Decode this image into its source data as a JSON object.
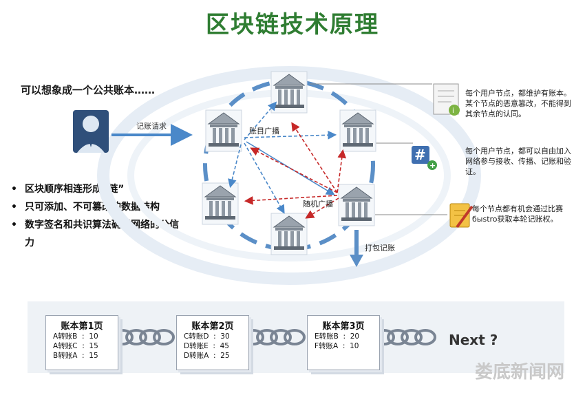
{
  "title": "区块链技术原理",
  "ledger_note": "可以想象成一个公共账本……",
  "labels": {
    "record_request": "记账请求",
    "account_broadcast": "账目广播",
    "random_broadcast": "随机广播",
    "package_record": "打包记账"
  },
  "bullets": [
    "区块顺序相连形成“链”",
    "只可添加、不可篡改的数据结构",
    "数字签名和共识算法确保网络的公信力"
  ],
  "notes": [
    "每个用户节点，都维护有账本。某个节点的恶意篡改，不能得到其余节点的认同。",
    "每个用户节点，都可以自由加入网络参与接收、传播、记账和验证。",
    "每个节点都有机会通过比赛быstro获取本轮记账权。"
  ],
  "ledger_pages": [
    {
      "title": "账本第1页",
      "rows": [
        "A转账B  :  10",
        "A转账C  :  15",
        "B转账A  :  15"
      ]
    },
    {
      "title": "账本第2页",
      "rows": [
        "C转账D  :  30",
        "D转账E  :  45",
        "D转账A  :  25"
      ]
    },
    {
      "title": "账本第3页",
      "rows": [
        "E转账B  :  20",
        "F转账A  :  10"
      ]
    }
  ],
  "next_label": "Next ?",
  "watermark": "娄底新闻网",
  "colors": {
    "title": "#2f7d32",
    "ring": "#5b8fc7",
    "arrow_blue": "#4a88c9",
    "arrow_red": "#c62828",
    "chain": "#7a8594"
  },
  "icons": [
    "user-icon",
    "bank-node-icon",
    "document-icon",
    "network-plus-icon",
    "notepad-pencil-icon",
    "chain-link-icon"
  ]
}
